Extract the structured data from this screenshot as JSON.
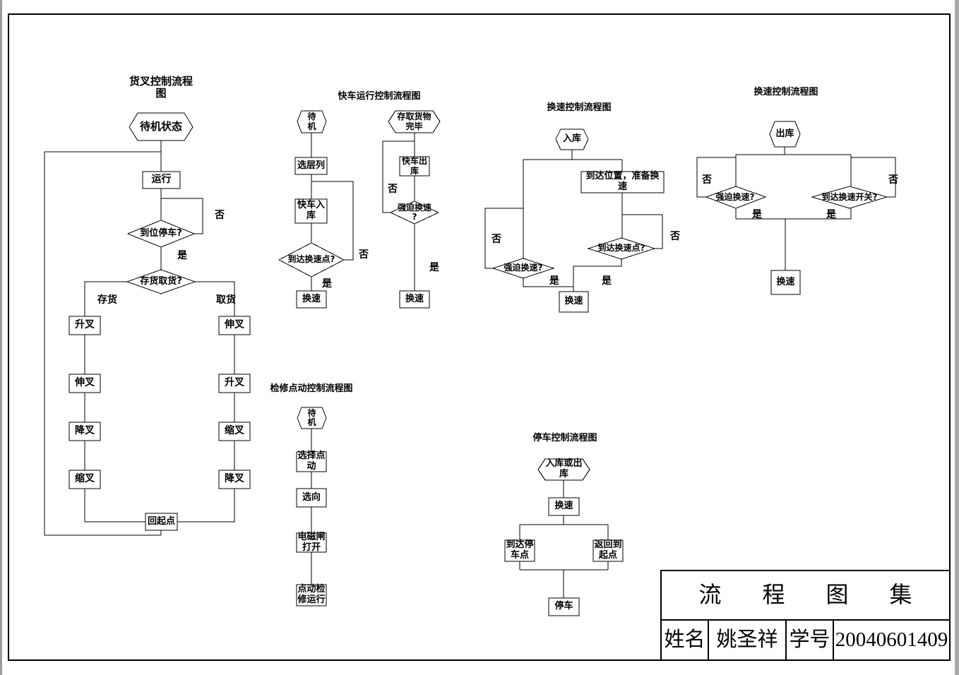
{
  "common": {
    "yes": "是",
    "no": "否"
  },
  "charts": {
    "fork": {
      "title": "货叉控制流程\n图",
      "standby": "待机状态",
      "run": "运行",
      "arrive_stop_q": "到位停车?",
      "store_take_q": "存货取货?",
      "store_branch_label": "存货",
      "take_branch_label": "取货",
      "store_steps": [
        "升叉",
        "伸叉",
        "降叉",
        "缩叉"
      ],
      "take_steps": [
        "伸叉",
        "升叉",
        "缩叉",
        "降叉"
      ],
      "return_origin": "回起点"
    },
    "fast_run": {
      "title": "快车运行控制流程图",
      "standby": "待\n机",
      "select_level": "选层列",
      "fast_in": "快车入\n库",
      "reach_point_q": "到达换速点?",
      "speed_change_left": "换速",
      "done": "存取货物\n完毕",
      "fast_out": "快车出\n库",
      "force_q": "强迫换速\n?",
      "speed_change_right": "换速"
    },
    "speed_in": {
      "title": "换速控制流程图",
      "inbound": "入库",
      "reach_pos": "到达位置，准备换\n速",
      "force_q": "强迫换速?",
      "reach_point_q": "到达换速点?",
      "speed_change": "换速"
    },
    "speed_out": {
      "title": "换速控制流程图",
      "outbound": "出库",
      "force_q": "强迫换速?",
      "reach_switch_q": "到达换速开关?",
      "speed_change": "换速"
    },
    "jog": {
      "title": "检修点动控制流程图",
      "standby": "待\n机",
      "select_jog": "选择点\n动",
      "select_dir": "选向",
      "brake_open": "电磁闸\n打开",
      "jog_run": "点动检\n修运行"
    },
    "park": {
      "title": "停车控制流程图",
      "in_or_out": "入库或出\n库",
      "speed_change": "换速",
      "reach_stop": "到达停\n车点",
      "back_origin": "返回到\n起点",
      "stop": "停车"
    }
  },
  "title_block": {
    "title_chars": [
      "流",
      "程",
      "图",
      "集"
    ],
    "name_label": "姓名",
    "name_value": "姚圣祥",
    "id_label": "学号",
    "id_value": "20040601409"
  }
}
